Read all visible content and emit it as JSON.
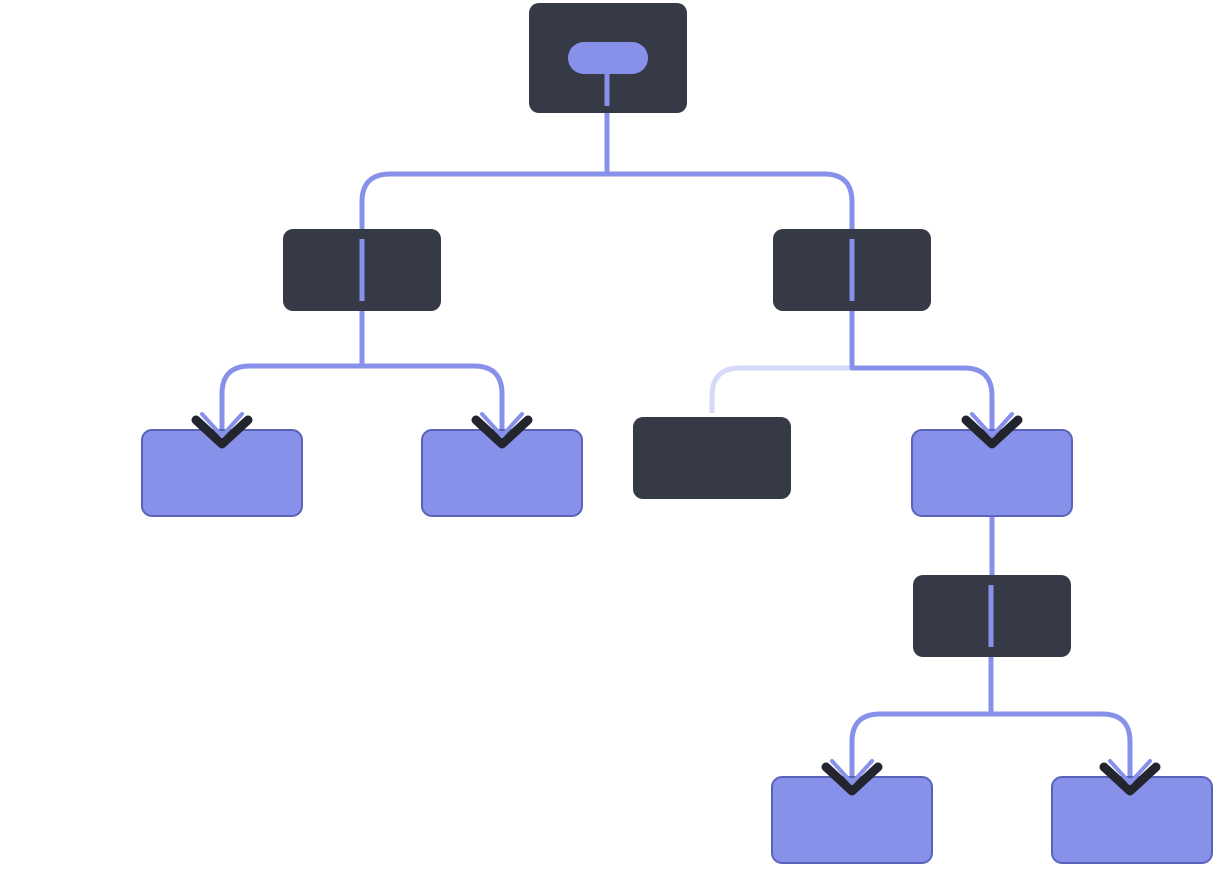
{
  "diagram": {
    "colors": {
      "background": "#ffffff",
      "dark_node": "#353a46",
      "accent_node": "#8891ea",
      "accent_node_border": "#5b63b8",
      "connector": "#8891ea",
      "connector_faded": "#d6d9f7",
      "arrow_shadow": "#23252e"
    },
    "nodes": [
      {
        "id": "root",
        "kind": "dark",
        "icon": "pill-icon",
        "label": ""
      },
      {
        "id": "branch-left",
        "kind": "dark",
        "label": ""
      },
      {
        "id": "branch-right",
        "kind": "dark",
        "label": ""
      },
      {
        "id": "leaf-1",
        "kind": "accent",
        "label": ""
      },
      {
        "id": "leaf-2",
        "kind": "accent",
        "label": ""
      },
      {
        "id": "dead-end",
        "kind": "dark",
        "label": ""
      },
      {
        "id": "leaf-3",
        "kind": "accent",
        "label": ""
      },
      {
        "id": "branch-deep",
        "kind": "dark",
        "label": ""
      },
      {
        "id": "leaf-4",
        "kind": "accent",
        "label": ""
      },
      {
        "id": "leaf-5",
        "kind": "accent",
        "label": ""
      }
    ],
    "edges": [
      {
        "from": "root",
        "to": "branch-left",
        "style": "solid",
        "arrow": false
      },
      {
        "from": "root",
        "to": "branch-right",
        "style": "solid",
        "arrow": false
      },
      {
        "from": "branch-left",
        "to": "leaf-1",
        "style": "solid",
        "arrow": true
      },
      {
        "from": "branch-left",
        "to": "leaf-2",
        "style": "solid",
        "arrow": true
      },
      {
        "from": "branch-right",
        "to": "dead-end",
        "style": "faded",
        "arrow": false
      },
      {
        "from": "branch-right",
        "to": "leaf-3",
        "style": "solid",
        "arrow": true
      },
      {
        "from": "leaf-3",
        "to": "branch-deep",
        "style": "solid",
        "arrow": false
      },
      {
        "from": "branch-deep",
        "to": "leaf-4",
        "style": "solid",
        "arrow": true
      },
      {
        "from": "branch-deep",
        "to": "leaf-5",
        "style": "solid",
        "arrow": true
      }
    ]
  }
}
